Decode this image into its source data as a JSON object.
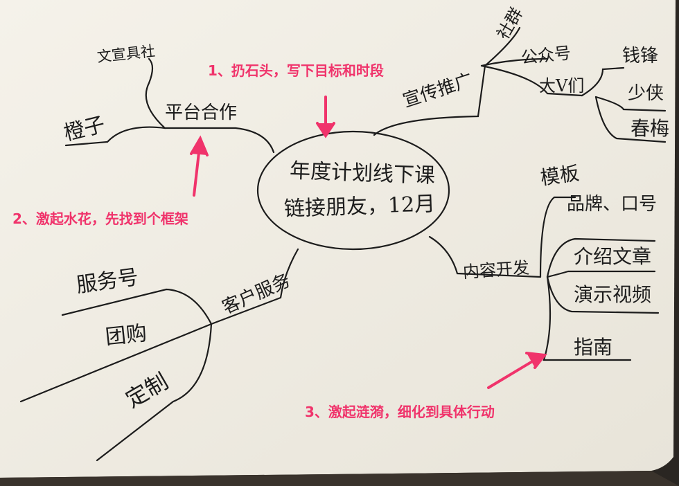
{
  "center": {
    "line1": "年度计划线下课",
    "line2": "链接朋友，12月"
  },
  "branches": {
    "platform": {
      "label": "平台合作",
      "children": [
        "文宣具社",
        "橙子"
      ]
    },
    "promotion": {
      "label": "宣传推广",
      "children": [
        "社群",
        "公众号",
        "大V们"
      ],
      "sub_children": [
        "钱锋",
        "少侠",
        "春梅"
      ]
    },
    "content": {
      "label": "内容开发",
      "children": [
        "模板",
        "品牌、口号",
        "介绍文章",
        "演示视频",
        "指南"
      ]
    },
    "service": {
      "label": "客户服务",
      "children": [
        "服务号",
        "团购",
        "定制"
      ]
    }
  },
  "annotations": {
    "a1": "1、扔石头，写下目标和时段",
    "a2": "2、激起水花，先找到个框架",
    "a3": "3、激起涟漪，细化到具体行动"
  },
  "colors": {
    "paper": "#f2efe6",
    "ink": "#1c1c1c",
    "annotation": "#f0336b",
    "background": "#2a2622"
  }
}
